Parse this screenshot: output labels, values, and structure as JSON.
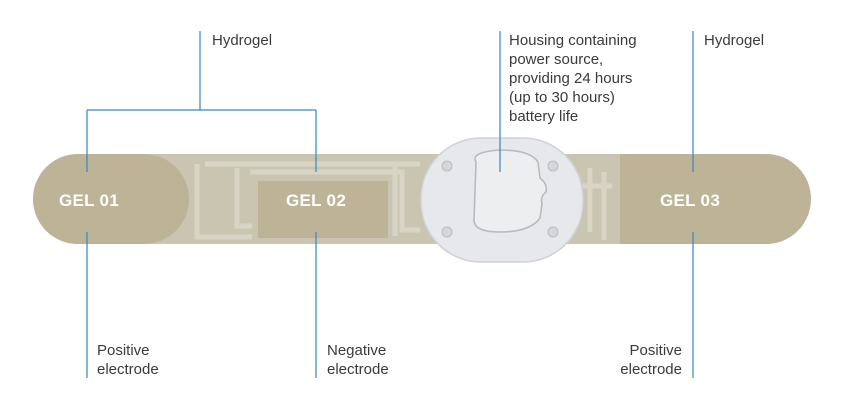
{
  "gels": {
    "gel1": "GEL 01",
    "gel2": "GEL 02",
    "gel3": "GEL 03"
  },
  "labels": {
    "hydrogel_left": "Hydrogel",
    "hydrogel_right": "Hydrogel",
    "housing": [
      "Housing containing",
      "power source,",
      "providing 24 hours",
      "(up to 30 hours)",
      "battery life"
    ],
    "positive_left": [
      "Positive",
      "electrode"
    ],
    "negative": [
      "Negative",
      "electrode"
    ],
    "positive_right": [
      "Positive",
      "electrode"
    ]
  },
  "colors": {
    "strip": "#c9c5b0",
    "gel_pad": "#bdb498",
    "trace": "#d2cfbf",
    "housing": "#e4e6e9",
    "housing_edge": "#cfd2d6",
    "leader": "#3a86c2",
    "text": "#3a3a3a"
  }
}
